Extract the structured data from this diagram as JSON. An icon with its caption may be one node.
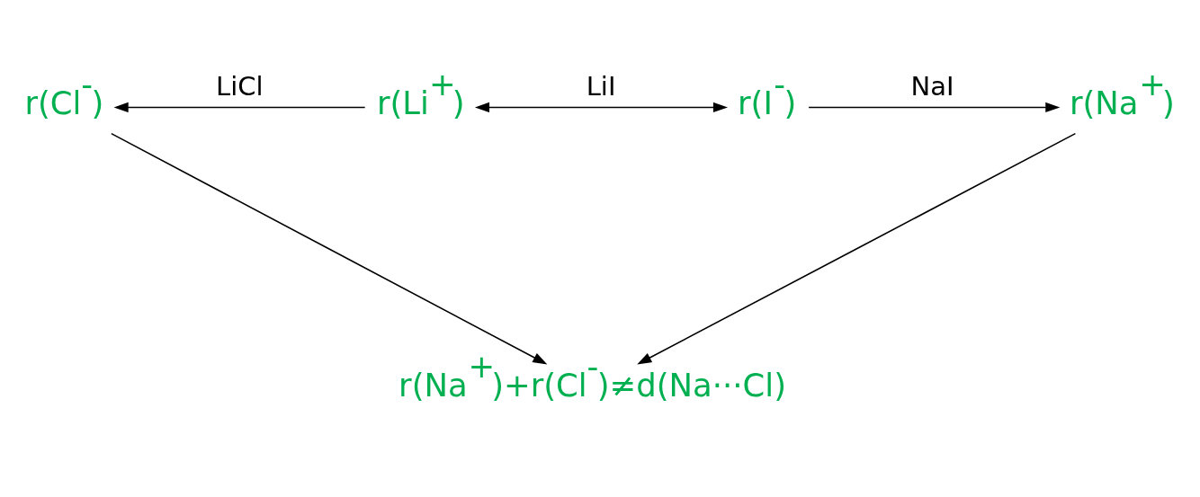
{
  "diagram": {
    "nodes": [
      {
        "text": [
          "r(Cl$^{-}$)"
        ]
      },
      {
        "text": [
          "r(Li$^{+}$)"
        ]
      },
      {
        "text": [
          "r(I$^{-}$)"
        ]
      },
      {
        "text": [
          "r(Na$^{+}$)"
        ]
      },
      {
        "text": [
          "r(Na$^{+}$)+r(Cl$^{-}$)≠d(Na···Cl)"
        ]
      }
    ],
    "edges": [
      {
        "from": 1,
        "to": 0,
        "arrow": "to",
        "label": "LiCl"
      },
      {
        "from": 1,
        "to": 2,
        "arrow": "both",
        "label": "LiI"
      },
      {
        "from": 2,
        "to": 3,
        "arrow": "to",
        "label": "NaI"
      },
      {
        "from": 0,
        "to": 4,
        "arrow": "to"
      },
      {
        "from": 3,
        "to": 4,
        "arrow": "to"
      }
    ]
  }
}
